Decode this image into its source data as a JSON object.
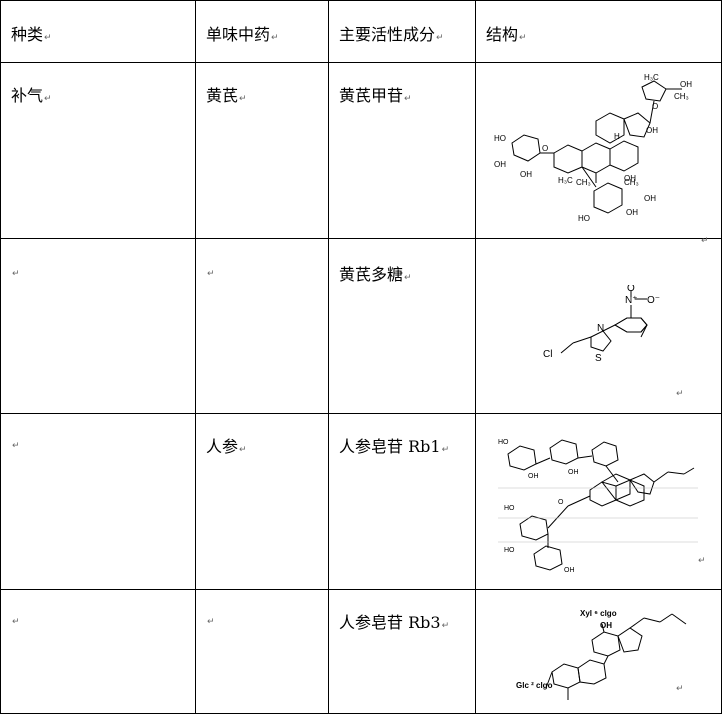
{
  "paragraph_mark": "↵",
  "header": {
    "category": "种类",
    "herb": "单味中药",
    "component": "主要活性成分",
    "structure": "结构"
  },
  "rows": [
    {
      "category": "补气",
      "herb": "黄芪",
      "component": "黄芪甲苷",
      "structure_labels": [
        "H₃C",
        "OH",
        "CH₃",
        "O",
        "H",
        "OH",
        "HO",
        "O",
        "OH",
        "OH",
        "CH₃",
        "H₃C",
        "CH₃",
        "OH",
        "OH",
        "OH",
        "HO"
      ]
    },
    {
      "category": "",
      "herb": "",
      "component": "黄芪多糖",
      "structure_labels": [
        "O",
        "N⁺",
        "O⁻",
        "N",
        "S",
        "Cl"
      ]
    },
    {
      "category": "",
      "herb": "人参",
      "component": "人参皂苷 Rb1",
      "structure_labels": [
        "HO",
        "OH",
        "OH",
        "HO",
        "O",
        "HO",
        "OH"
      ]
    },
    {
      "category": "",
      "herb": "",
      "component": "人参皂苷 Rb3",
      "structure_labels": [
        "Xyl ⁶ clgo",
        "OH",
        "Glc ² clgo"
      ]
    }
  ]
}
